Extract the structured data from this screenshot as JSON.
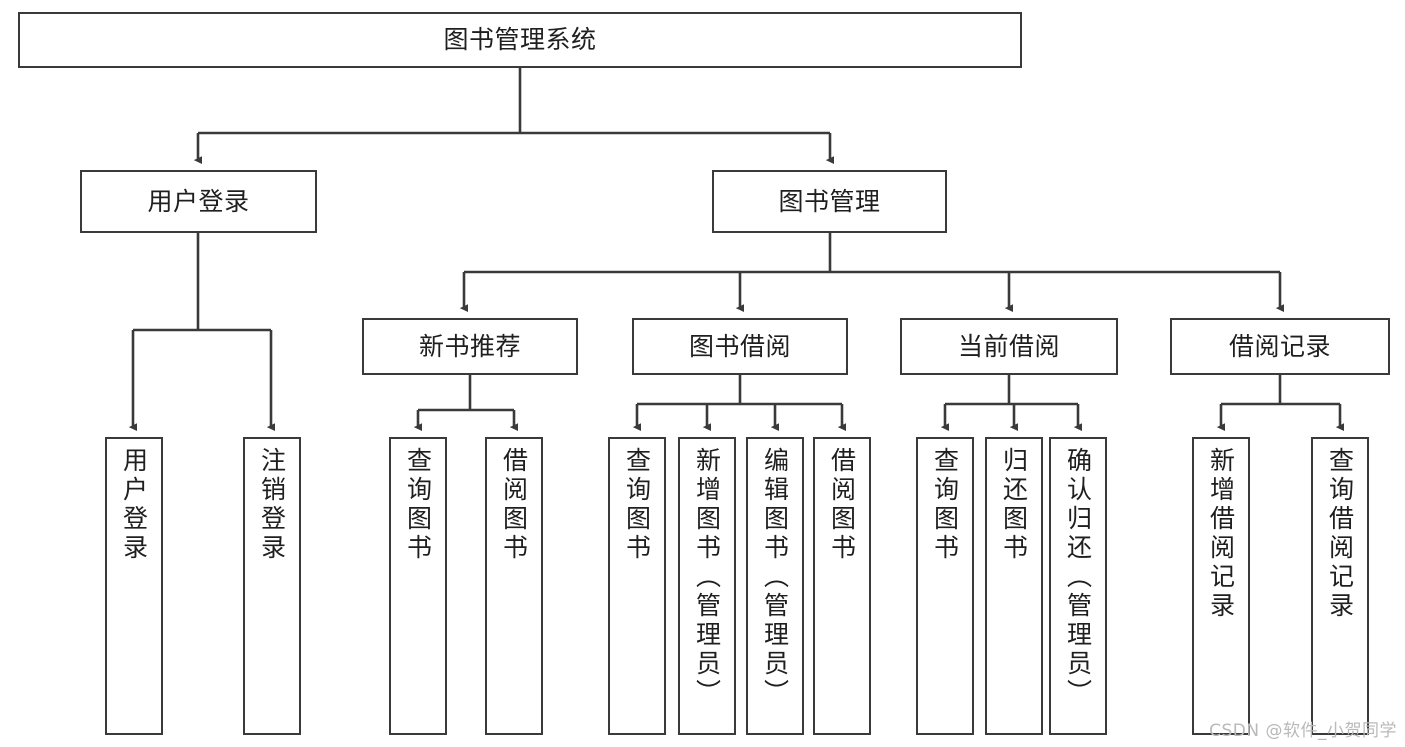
{
  "diagram": {
    "title": "图书管理系统",
    "type": "hierarchy-tree",
    "line_color": "#3a3a3a",
    "box_fill": "#ffffff",
    "text_color": "#1f1f1f",
    "watermark": "CSDN @软件_小贺同学",
    "nodes": {
      "root": {
        "label": "图书管理系统"
      },
      "level2": [
        {
          "id": "user-login",
          "label": "用户登录"
        },
        {
          "id": "book-management",
          "label": "图书管理"
        }
      ],
      "level3": [
        {
          "id": "new-book-recommend",
          "label": "新书推荐"
        },
        {
          "id": "book-borrow",
          "label": "图书借阅"
        },
        {
          "id": "current-borrow",
          "label": "当前借阅"
        },
        {
          "id": "borrow-record",
          "label": "借阅记录"
        }
      ],
      "leaves": {
        "user_login": [
          {
            "id": "leaf-user-login",
            "label": "用户登录"
          },
          {
            "id": "leaf-user-logout",
            "label": "注销登录"
          }
        ],
        "new_book_recommend": [
          {
            "id": "leaf-query-book-1",
            "label": "查询图书"
          },
          {
            "id": "leaf-borrow-book-1",
            "label": "借阅图书"
          }
        ],
        "book_borrow": [
          {
            "id": "leaf-query-book-2",
            "label": "查询图书"
          },
          {
            "id": "leaf-add-book",
            "label": "新增图书（管理员）"
          },
          {
            "id": "leaf-edit-book",
            "label": "编辑图书（管理员）"
          },
          {
            "id": "leaf-borrow-book-2",
            "label": "借阅图书"
          }
        ],
        "current_borrow": [
          {
            "id": "leaf-query-book-3",
            "label": "查询图书"
          },
          {
            "id": "leaf-return-book",
            "label": "归还图书"
          },
          {
            "id": "leaf-confirm-return",
            "label": "确认归还（管理员）"
          }
        ],
        "borrow_record": [
          {
            "id": "leaf-add-record",
            "label": "新增借阅记录"
          },
          {
            "id": "leaf-query-record",
            "label": "查询借阅记录"
          }
        ]
      }
    }
  }
}
